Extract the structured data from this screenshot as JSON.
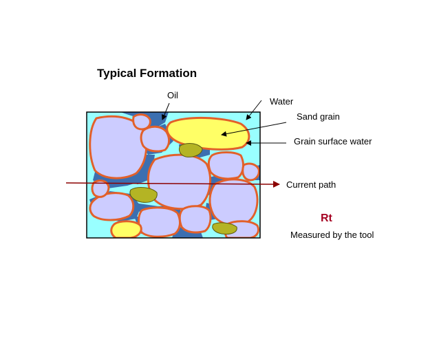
{
  "title": "Typical Formation",
  "labels": {
    "oil": "Oil",
    "water": "Water",
    "sand_grain": "Sand grain",
    "grain_surface_water": "Grain surface water",
    "current_path": "Current path",
    "rt": "Rt",
    "measured": "Measured by the tool"
  },
  "colors": {
    "pore_water": "#99FFFF",
    "oil": "#3C6FB0",
    "grain_fill": "#CCCCFF",
    "grain_rim": "#E2602A",
    "sand_grain_fill": "#FFFF66",
    "small_grain_fill": "#B4B424",
    "current_path": "#8B0000",
    "rt_text": "#A50021"
  }
}
